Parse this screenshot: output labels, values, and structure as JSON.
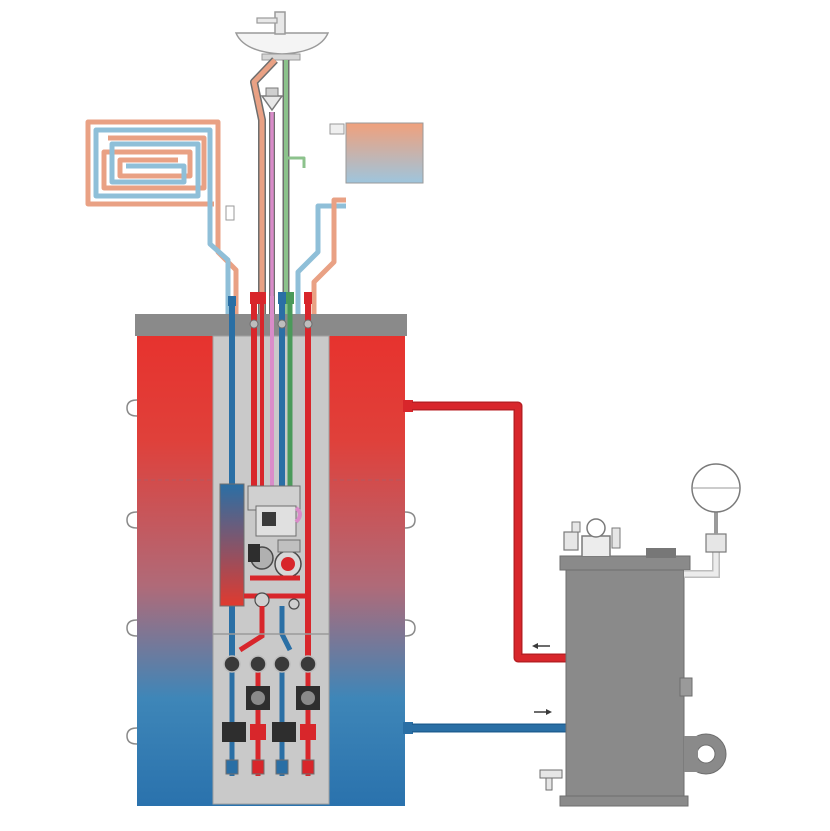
{
  "diagram": {
    "colors": {
      "hot": "#d8262b",
      "cold": "#2a6fa5",
      "warm_pipe": "#e9a184",
      "cool_pipe": "#8fbfd8",
      "pink_pipe": "#d98cc9",
      "green_pipe": "#8cc28c",
      "steel": "#8a8a8a",
      "dark_steel": "#6e6e6e",
      "background": "#ffffff"
    },
    "components": [
      "washbasin-tap",
      "underfloor-heating-coil",
      "wall-radiator",
      "thermal-storage-tank",
      "hydraulic-module",
      "circulation-pumps",
      "solid-fuel-boiler",
      "expansion-vessel",
      "boiler-safety-group"
    ]
  }
}
